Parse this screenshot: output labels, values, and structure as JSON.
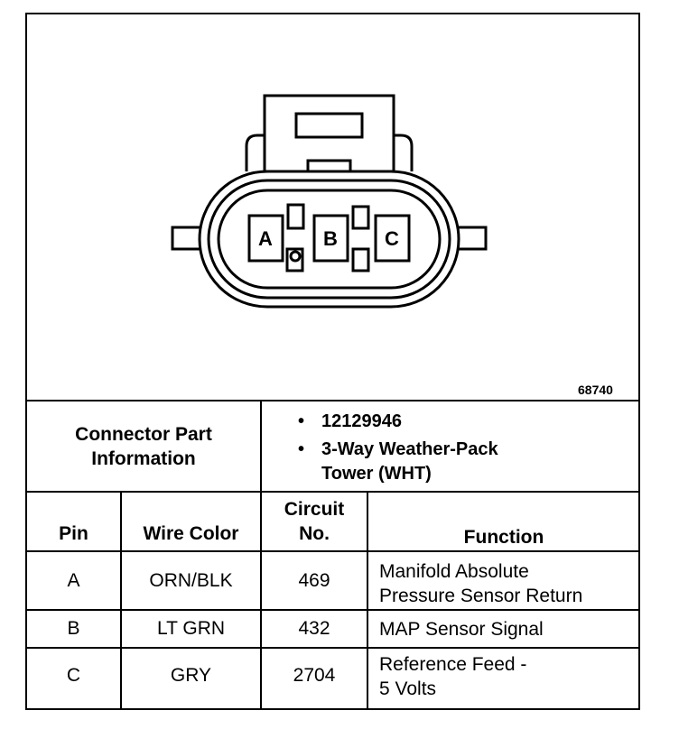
{
  "diagram": {
    "figure_id": "68740",
    "pin_labels": [
      "A",
      "B",
      "C"
    ]
  },
  "connector_info": {
    "heading_line1": "Connector Part",
    "heading_line2": "Information",
    "bullets": [
      "12129946",
      "3-Way Weather-Pack",
      "Tower (WHT)"
    ]
  },
  "table": {
    "headers": {
      "pin": "Pin",
      "wire_color": "Wire Color",
      "circuit_line1": "Circuit",
      "circuit_line2": "No.",
      "function": "Function"
    },
    "rows": [
      {
        "pin": "A",
        "wire_color": "ORN/BLK",
        "circuit": "469",
        "function_line1": "Manifold Absolute",
        "function_line2": "Pressure Sensor Return"
      },
      {
        "pin": "B",
        "wire_color": "LT GRN",
        "circuit": "432",
        "function_line1": "MAP Sensor Signal",
        "function_line2": ""
      },
      {
        "pin": "C",
        "wire_color": "GRY",
        "circuit": "2704",
        "function_line1": "Reference Feed -",
        "function_line2": "5 Volts"
      }
    ]
  }
}
